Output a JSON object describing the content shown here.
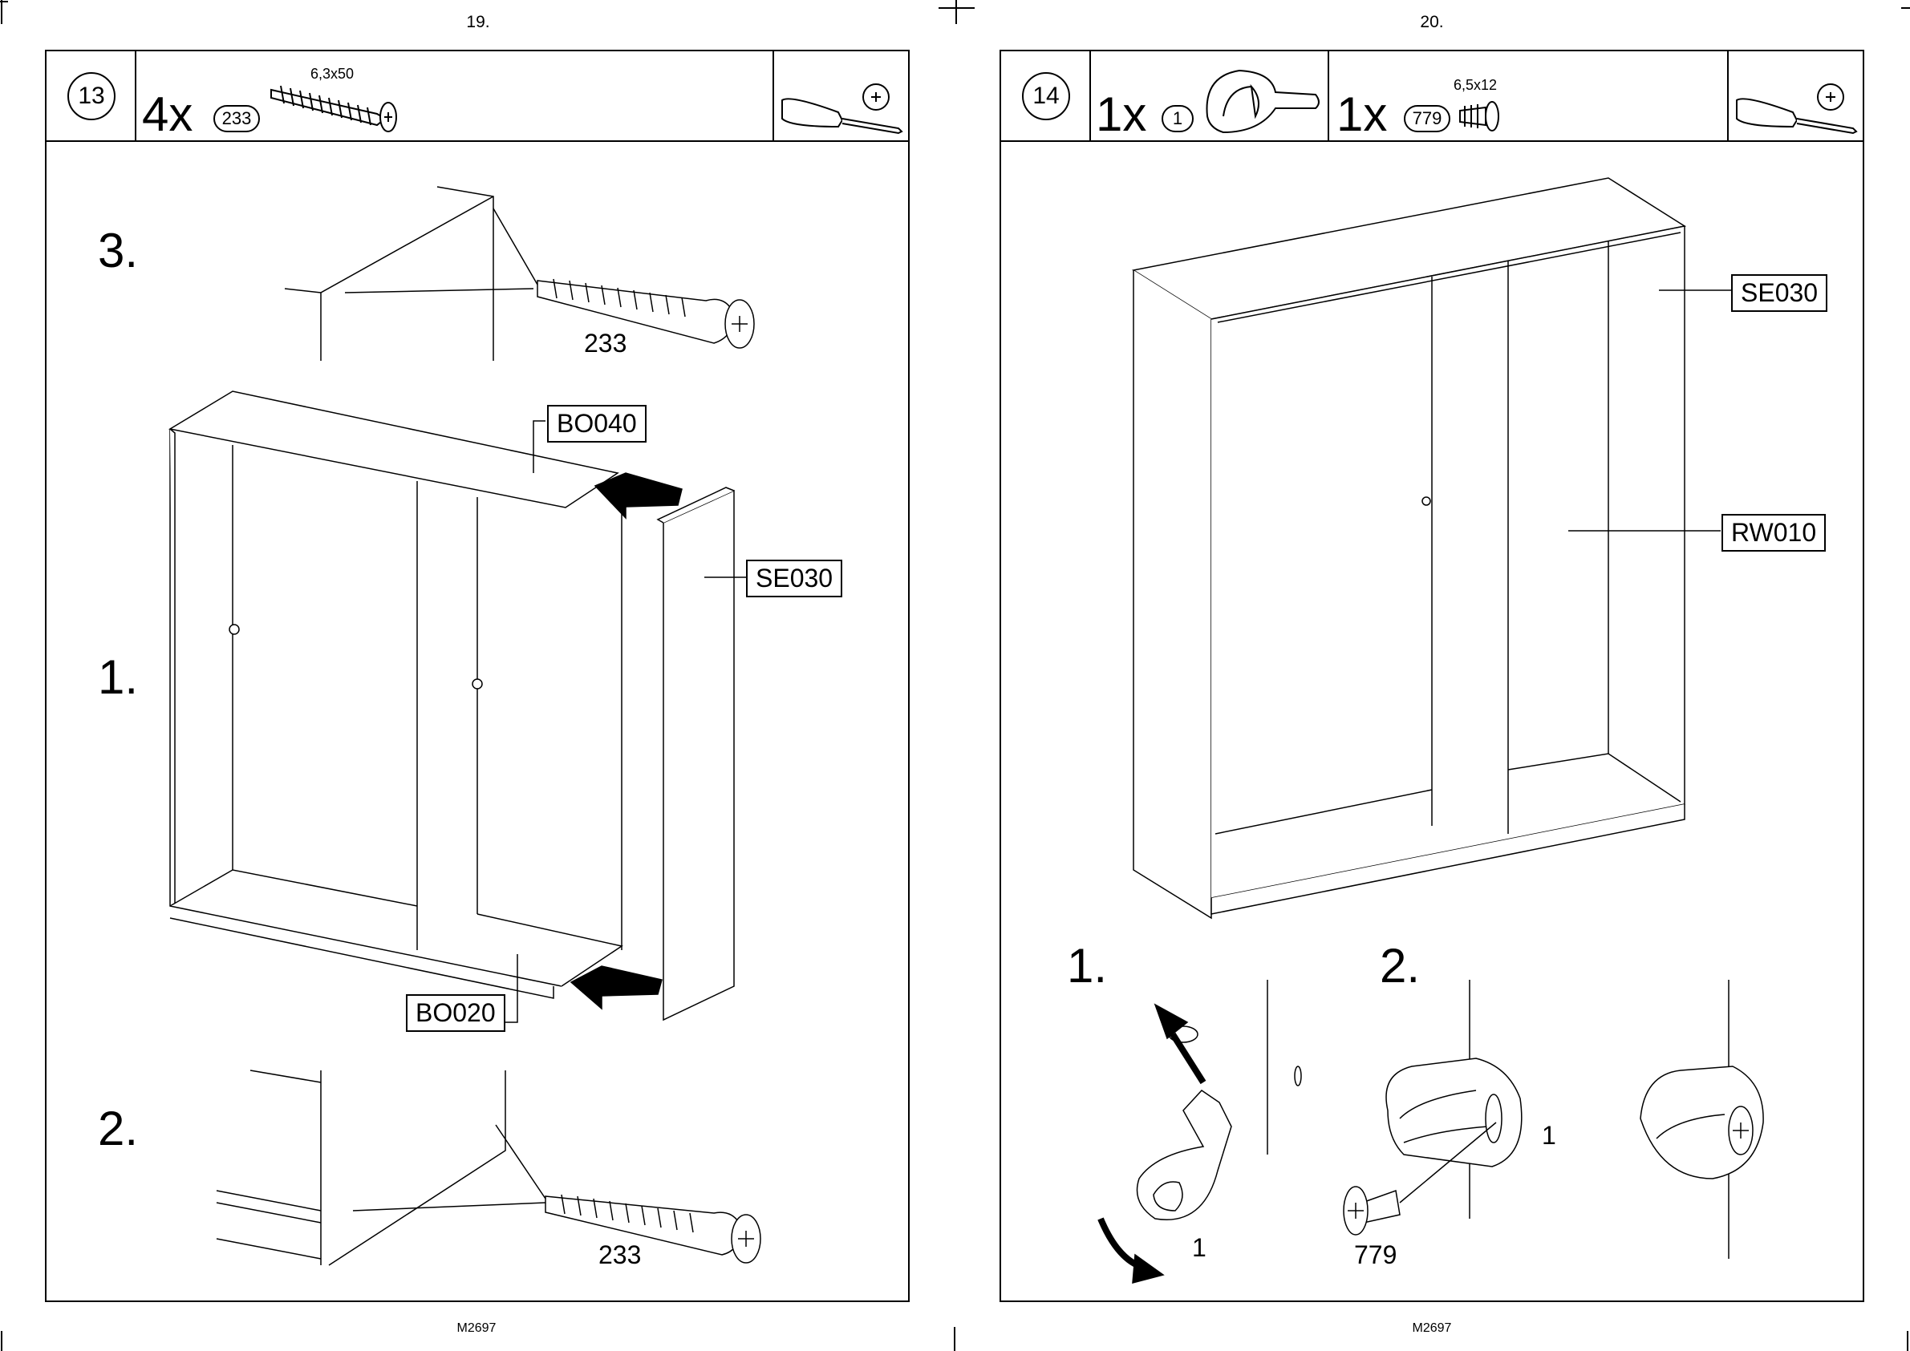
{
  "left_page": {
    "page_number": "19.",
    "footer": "M2697",
    "step": {
      "number": "13",
      "quantity": "4x",
      "part_id": "233",
      "part_size": "6,3x50",
      "tool_icon": "screwdriver-icon",
      "tool_type_icon": "phillips-head-icon"
    },
    "substeps": [
      {
        "label": "3.",
        "part_number": "233"
      },
      {
        "label": "1."
      },
      {
        "label": "2.",
        "part_number": "233"
      }
    ],
    "part_labels": [
      "BO040",
      "SE030",
      "BO020"
    ]
  },
  "right_page": {
    "page_number": "20.",
    "footer": "M2697",
    "step": {
      "number": "14",
      "quantity_a": "1x",
      "part_a_id": "1",
      "quantity_b": "1x",
      "part_b_id": "779",
      "part_b_size": "6,5x12",
      "tool_icon": "screwdriver-icon",
      "tool_type_icon": "phillips-head-icon"
    },
    "part_labels": [
      "SE030",
      "RW010"
    ],
    "substeps": [
      {
        "label": "1.",
        "part_number": "1"
      },
      {
        "label": "2.",
        "part_number_a": "1",
        "part_number_b": "779"
      }
    ]
  }
}
